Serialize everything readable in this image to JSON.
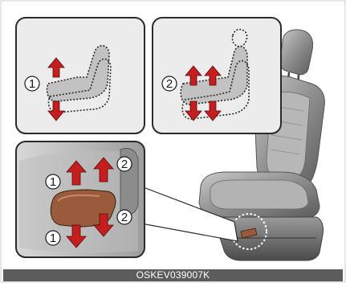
{
  "labels": {
    "panel1_marker": "1",
    "panel2_marker": "2",
    "switch_marker_top_left": "1",
    "switch_marker_top_right": "2",
    "switch_marker_bottom_left": "1",
    "switch_marker_bottom_right": "2"
  },
  "caption": "OSKEV039007K",
  "colors": {
    "arrow_red": "#c41e1e",
    "frame_gray": "#2b2b2b",
    "panel_bg": "#ececec",
    "switch_brown": "#9a5a3c",
    "caption_bar": "#5c5c5c"
  }
}
